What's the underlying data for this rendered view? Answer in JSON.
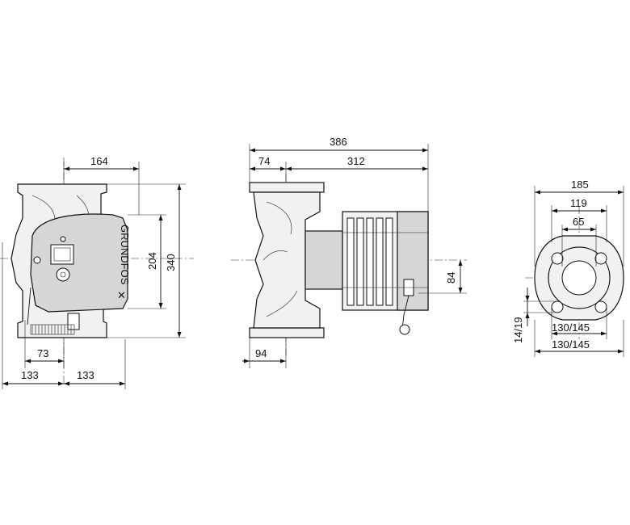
{
  "views": {
    "front": {
      "dims": {
        "width_top": "164",
        "height_inner": "204",
        "height_total": "340",
        "port_offset": "73",
        "half_left": "133",
        "half_right": "133"
      },
      "brand_text": "GRUNDFOS"
    },
    "side": {
      "dims": {
        "total_length": "386",
        "flange_to_center": "74",
        "motor_length": "312",
        "center_height": "84",
        "bottom_width": "94"
      }
    },
    "flange": {
      "dims": {
        "outer_dia": "185",
        "raised_face": "119",
        "bore": "65",
        "bolt_hole": "14/19",
        "pcd_1": "130/145",
        "pcd_2": "130/145"
      }
    }
  }
}
